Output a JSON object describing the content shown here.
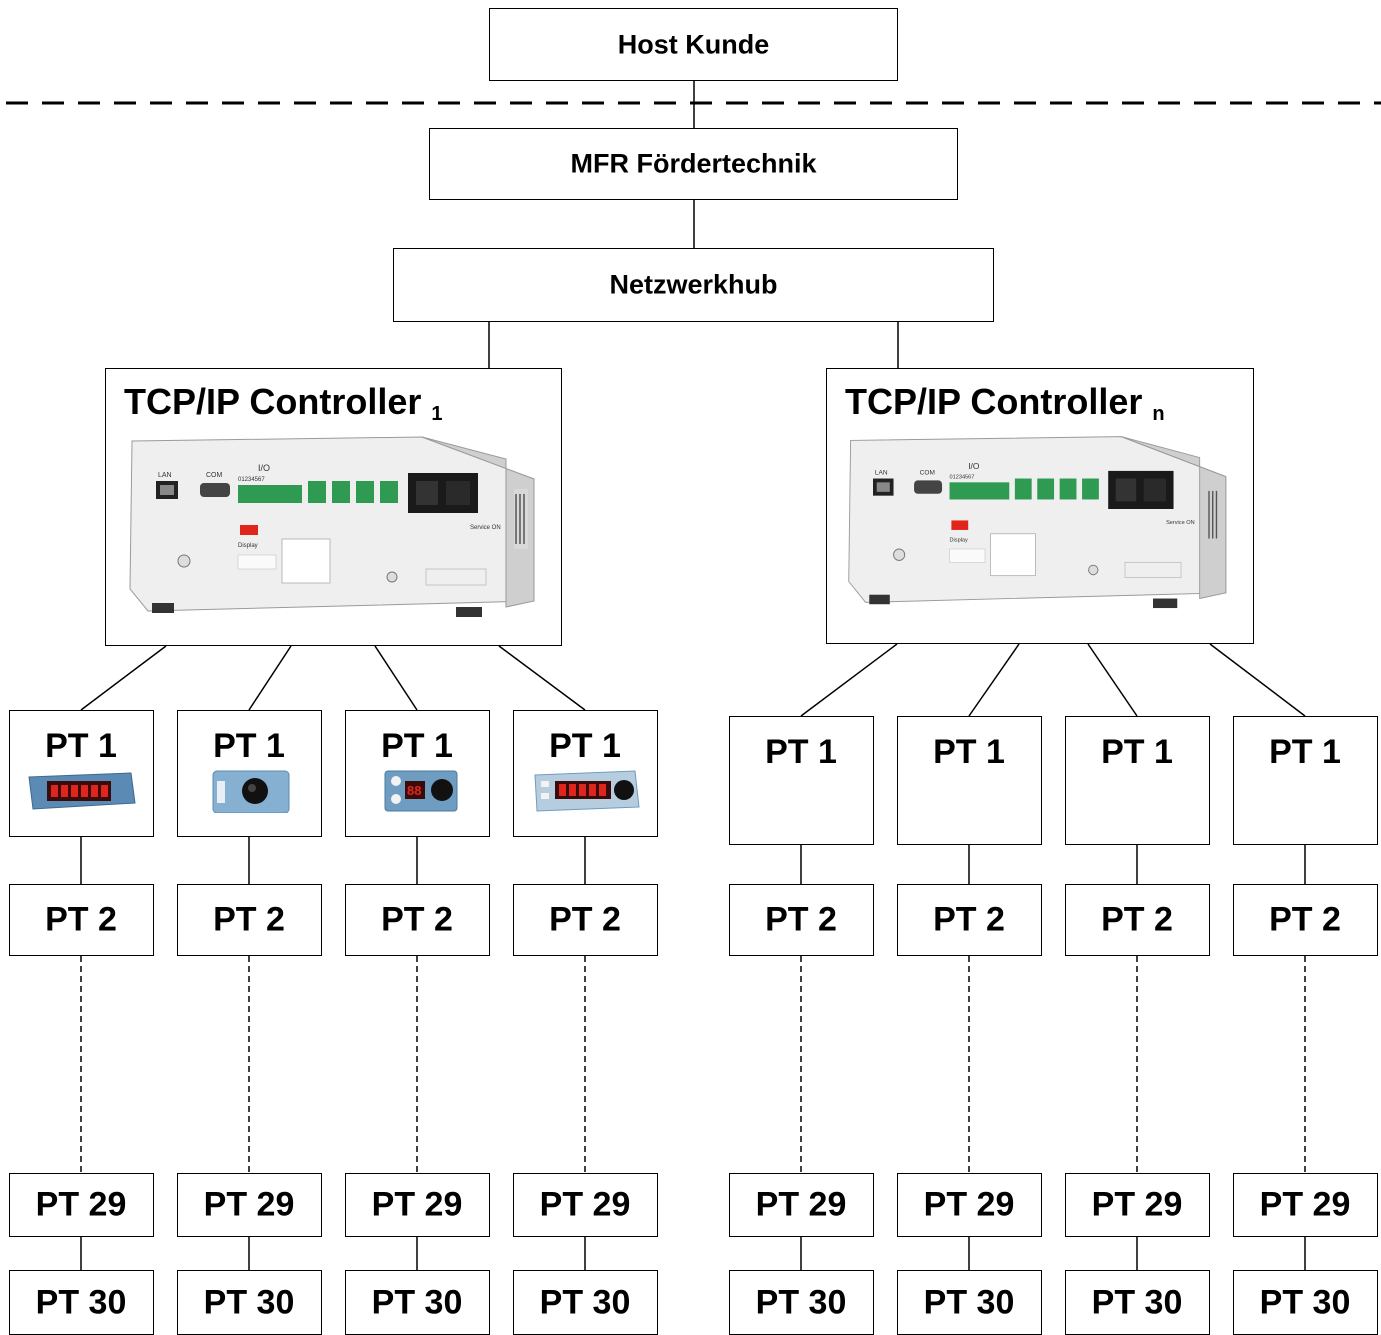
{
  "host": {
    "label": "Host Kunde"
  },
  "fordertechnik": {
    "label": "MFR Fördertechnik"
  },
  "hub": {
    "label": "Netzwerkhub"
  },
  "controllers": [
    {
      "title": "TCP/IP Controller",
      "subscript": "1",
      "device_labels": {
        "lan": "LAN",
        "com": "COM",
        "io": "I/O",
        "io_pins": "01234567",
        "display": "Display",
        "power": "Service ON"
      },
      "columns": [
        {
          "terminal": "PT 1",
          "device": "panel-display",
          "middle": "PT 2",
          "bottom_upper": "PT 29",
          "bottom_lower": "PT 30"
        },
        {
          "terminal": "PT 1",
          "device": "panel-knob",
          "middle": "PT 2",
          "bottom_upper": "PT 29",
          "bottom_lower": "PT 30"
        },
        {
          "terminal": "PT 1",
          "device": "panel-buttons-display-knob",
          "device_text": "88",
          "middle": "PT 2",
          "bottom_upper": "PT 29",
          "bottom_lower": "PT 30"
        },
        {
          "terminal": "PT 1",
          "device": "panel-display-knob",
          "middle": "PT 2",
          "bottom_upper": "PT 29",
          "bottom_lower": "PT 30"
        }
      ]
    },
    {
      "title": "TCP/IP Controller",
      "subscript": "n",
      "device_labels": {
        "lan": "LAN",
        "com": "COM",
        "io": "I/O",
        "io_pins": "01234567",
        "display": "Display",
        "power": "Service ON"
      },
      "columns": [
        {
          "terminal": "PT 1",
          "middle": "PT 2",
          "bottom_upper": "PT 29",
          "bottom_lower": "PT 30"
        },
        {
          "terminal": "PT 1",
          "middle": "PT 2",
          "bottom_upper": "PT 29",
          "bottom_lower": "PT 30"
        },
        {
          "terminal": "PT 1",
          "middle": "PT 2",
          "bottom_upper": "PT 29",
          "bottom_lower": "PT 30"
        },
        {
          "terminal": "PT 1",
          "middle": "PT 2",
          "bottom_upper": "PT 29",
          "bottom_lower": "PT 30"
        }
      ]
    }
  ],
  "colors": {
    "line": "#000000",
    "device_body": "#e6e6e6",
    "terminal_green": "#2f9a52",
    "led_red": "#e0261c",
    "panel_blue": "#5b8bb4"
  }
}
